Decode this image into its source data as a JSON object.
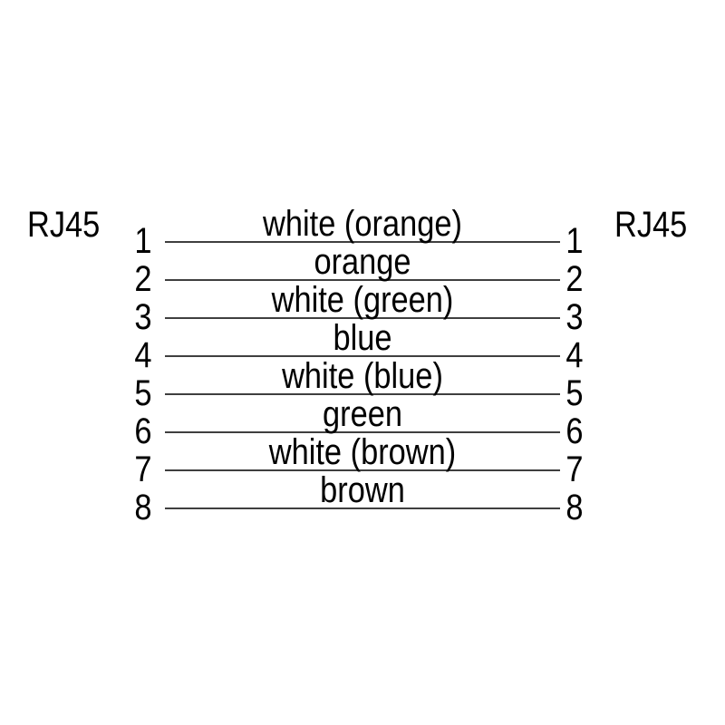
{
  "diagram": {
    "left_connector_label": "RJ45",
    "right_connector_label": "RJ45",
    "colors": {
      "background": "#ffffff",
      "text": "#000000",
      "line": "#3f3f3f"
    },
    "rows": [
      {
        "pin_left": "1",
        "wire_label": "white (orange)",
        "pin_right": "1"
      },
      {
        "pin_left": "2",
        "wire_label": "orange",
        "pin_right": "2"
      },
      {
        "pin_left": "3",
        "wire_label": "white (green)",
        "pin_right": "3"
      },
      {
        "pin_left": "4",
        "wire_label": "blue",
        "pin_right": "4"
      },
      {
        "pin_left": "5",
        "wire_label": "white (blue)",
        "pin_right": "5"
      },
      {
        "pin_left": "6",
        "wire_label": "green",
        "pin_right": "6"
      },
      {
        "pin_left": "7",
        "wire_label": "white (brown)",
        "pin_right": "7"
      },
      {
        "pin_left": "8",
        "wire_label": "brown",
        "pin_right": "8"
      }
    ]
  }
}
